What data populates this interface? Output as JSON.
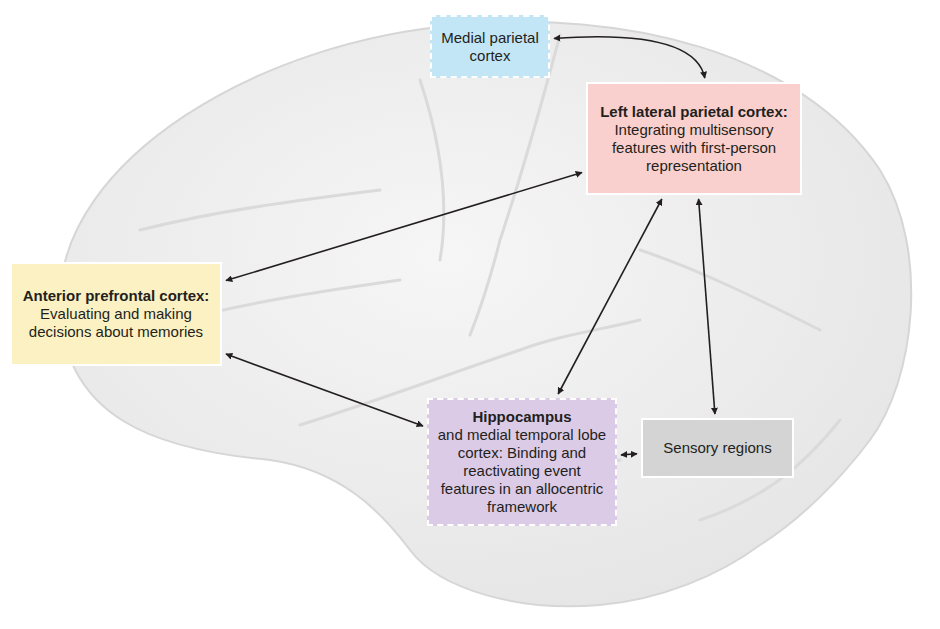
{
  "diagram": {
    "nodes": [
      {
        "text": [
          "Medial parietal cortex"
        ]
      },
      {
        "text": [
          "Left lateral parietal cortex:",
          "Integrating multisensory features with first-person representation"
        ]
      },
      {
        "text": [
          "Anterior prefrontal cortex:",
          "Evaluating and making decisions about memories"
        ]
      },
      {
        "text": [
          "Hippocampus",
          "and medial temporal lobe cortex: Binding and reactivating event features in an allocentric framework"
        ]
      },
      {
        "text": [
          "Sensory regions"
        ]
      }
    ],
    "edges": [
      {
        "from": 0,
        "to": 1,
        "arrow": "both"
      },
      {
        "from": 2,
        "to": 1,
        "arrow": "both"
      },
      {
        "from": 2,
        "to": 3,
        "arrow": "both"
      },
      {
        "from": 3,
        "to": 1,
        "arrow": "both"
      },
      {
        "from": 1,
        "to": 4,
        "arrow": "both"
      },
      {
        "from": 3,
        "to": 4,
        "arrow": "both"
      }
    ]
  }
}
